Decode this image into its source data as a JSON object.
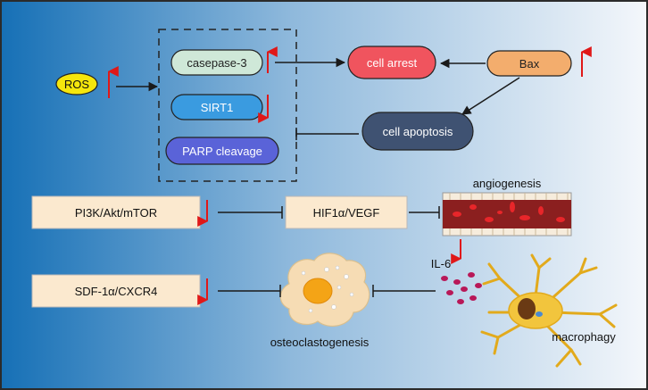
{
  "nodes": {
    "ros": "ROS",
    "casepase3": "casepase-3",
    "sirt1": "SIRT1",
    "parp": "PARP cleavage",
    "cell_arrest": "cell arrest",
    "bax": "Bax",
    "cell_apoptosis": "cell apoptosis",
    "pi3k": "PI3K/Akt/mTOR",
    "hif": "HIF1α/VEGF",
    "sdf": "SDF-1α/CXCR4",
    "angiogenesis": "angiogenesis",
    "il6": "IL-6",
    "osteoclastogenesis": "osteoclastogenesis",
    "macrophagy": "macrophagy"
  },
  "colors": {
    "background_left": "#1a72b8",
    "background_right": "#f2f6fa",
    "ros_fill": "#f5e60c",
    "casepase_fill": "#cfe8d8",
    "sirt1_fill": "#3a9be0",
    "parp_fill": "#5a63d8",
    "cell_arrest_fill": "#f0545e",
    "bax_fill": "#f3ad6d",
    "cell_apoptosis_fill": "#3f5272",
    "pathway_box_fill": "#fbe9cf",
    "up_arrow": "#e01818",
    "down_arrow": "#e01818",
    "vessel": "#8b1f1f",
    "cell": "#f6dcb4",
    "macrophage": "#f2c53d"
  },
  "icons": {
    "ros_trend": "up-arrow",
    "casepase_trend": "up-arrow",
    "sirt1_trend": "down-arrow",
    "bax_trend": "up-arrow",
    "pi3k_trend": "down-arrow",
    "sdf_trend": "down-arrow",
    "il6_trend": "down-arrow"
  }
}
